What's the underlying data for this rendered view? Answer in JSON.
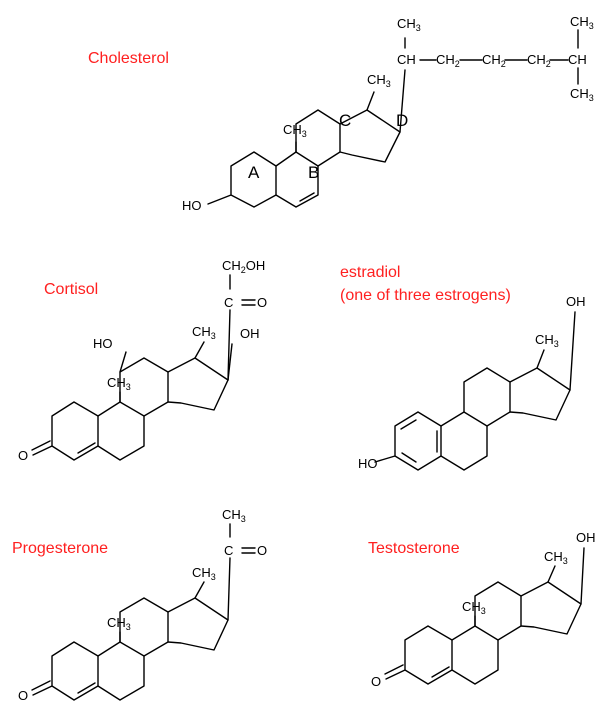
{
  "colors": {
    "title": "#ff2020",
    "ink": "#000000",
    "background": "#ffffff"
  },
  "molecules": {
    "cholesterol": {
      "title": "Cholesterol",
      "ring_labels": [
        "A",
        "B",
        "C",
        "D"
      ],
      "groups": {
        "ho": "HO",
        "ch3": "CH",
        "ch3_sub": "3",
        "ch": "CH",
        "ch2": "CH",
        "ch2_sub": "2"
      }
    },
    "cortisol": {
      "title": "Cortisol",
      "groups": {
        "oh": "OH",
        "ho": "HO",
        "o": "O",
        "ch2oh": "CH",
        "ch2oh_sub": "2",
        "ch2oh_tail": "OH",
        "c": "C",
        "ch3": "CH",
        "ch3_sub": "3"
      }
    },
    "estradiol": {
      "title_line1": "estradiol",
      "title_line2": "(one of three estrogens)",
      "groups": {
        "oh": "OH",
        "ho": "HO",
        "ch3": "CH",
        "ch3_sub": "3"
      }
    },
    "progesterone": {
      "title": "Progesterone",
      "groups": {
        "o": "O",
        "c": "C",
        "ch3": "CH",
        "ch3_sub": "3"
      }
    },
    "testosterone": {
      "title": "Testosterone",
      "groups": {
        "oh": "OH",
        "o": "O",
        "ch3": "CH",
        "ch3_sub": "3"
      }
    }
  }
}
